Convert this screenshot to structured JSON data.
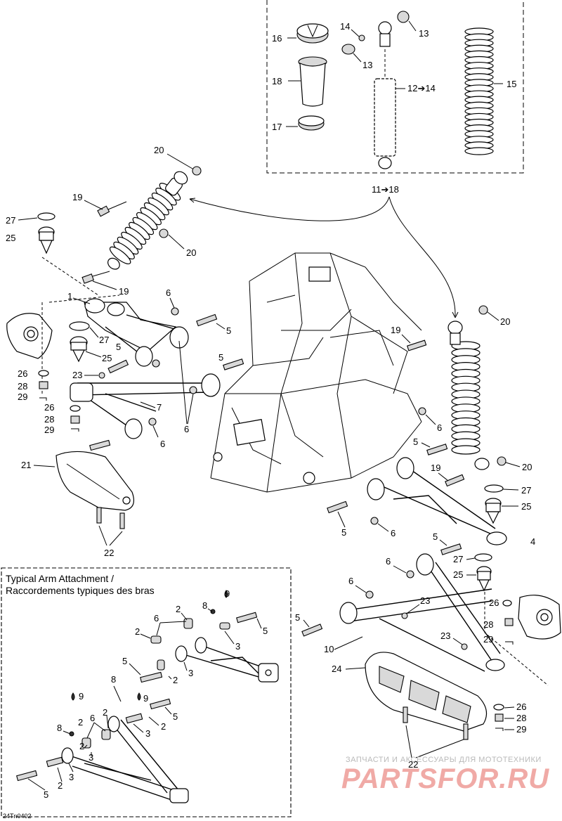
{
  "inset": {
    "title_line1": "Typical Arm Attachment /",
    "title_line2": "Raccordements typiques des bras"
  },
  "drawing_ref": "24Tn0402",
  "watermark": {
    "line1": "ЗАПЧАСТИ И АКСЕССУАРЫ ДЛЯ МОТОТЕХНИКИ",
    "line2": "PARTSFOR.RU",
    "color_text": "#b9b9b9",
    "color_logo": "#f0aaa6"
  },
  "callouts": {
    "c16": "16",
    "c18": "18",
    "c17": "17",
    "c14": "14",
    "c13a": "13",
    "c13b": "13",
    "c12to14": "12➔14",
    "c15": "15",
    "c11to18": "11➔18",
    "c20a": "20",
    "c19a": "19",
    "c27a": "27",
    "c25a": "25",
    "c20b": "20",
    "c19b": "19",
    "c1": "1",
    "c6a": "6",
    "c5a": "5",
    "c27b": "27",
    "c5b": "5",
    "c25b": "25",
    "c23a": "23",
    "c26a": "26",
    "c28a": "28",
    "c29a": "29",
    "c26b": "26",
    "c28b": "28",
    "c29b": "29",
    "c5c": "5",
    "c7": "7",
    "c6b": "6",
    "c6c": "6",
    "c21": "21",
    "c22a": "22",
    "c20c": "20",
    "c19c": "19",
    "c6d": "6",
    "c5d": "5",
    "c19d": "19",
    "c20d": "20",
    "c27c": "27",
    "c25c": "25",
    "c5e": "5",
    "c6e": "6",
    "c4": "4",
    "c5f": "5",
    "c6f": "6",
    "c27d": "27",
    "c25d": "25",
    "c6g": "6",
    "c23b": "23",
    "c26c": "26",
    "c5g": "5",
    "c28c": "28",
    "c10": "10",
    "c29c": "29",
    "c23c": "23",
    "c24": "24",
    "c26d": "26",
    "c28d": "28",
    "c29d": "29",
    "c22b": "22",
    "i9a": "9",
    "i8a": "8",
    "i2a": "2",
    "i6a": "6",
    "i5a": "5",
    "i2b": "2",
    "i3a": "3",
    "i5b": "5",
    "i2c": "2",
    "i3b": "3",
    "i8b": "8",
    "i9b": "9",
    "i9c": "9",
    "i2d": "2",
    "i6b": "6",
    "i5c": "5",
    "i8c": "8",
    "i2e": "2",
    "i2f": "2",
    "i3c": "3",
    "i2g": "2",
    "i3d": "3",
    "i5d": "5",
    "i2h": "2",
    "i3e": "3"
  }
}
